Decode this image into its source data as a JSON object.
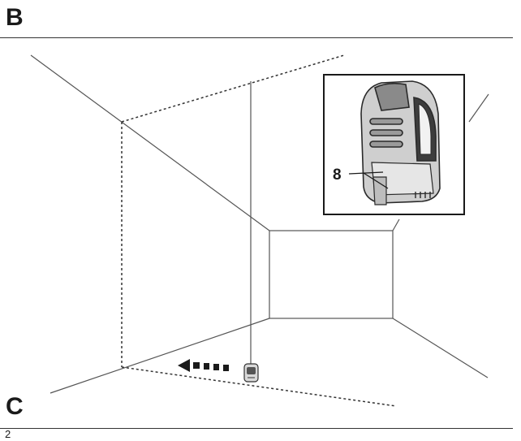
{
  "figure": {
    "section_b": "B",
    "section_c": "C",
    "callout_number": "8",
    "page_number": "2"
  },
  "colors": {
    "line": "#555555",
    "ink": "#1a1a1a"
  }
}
